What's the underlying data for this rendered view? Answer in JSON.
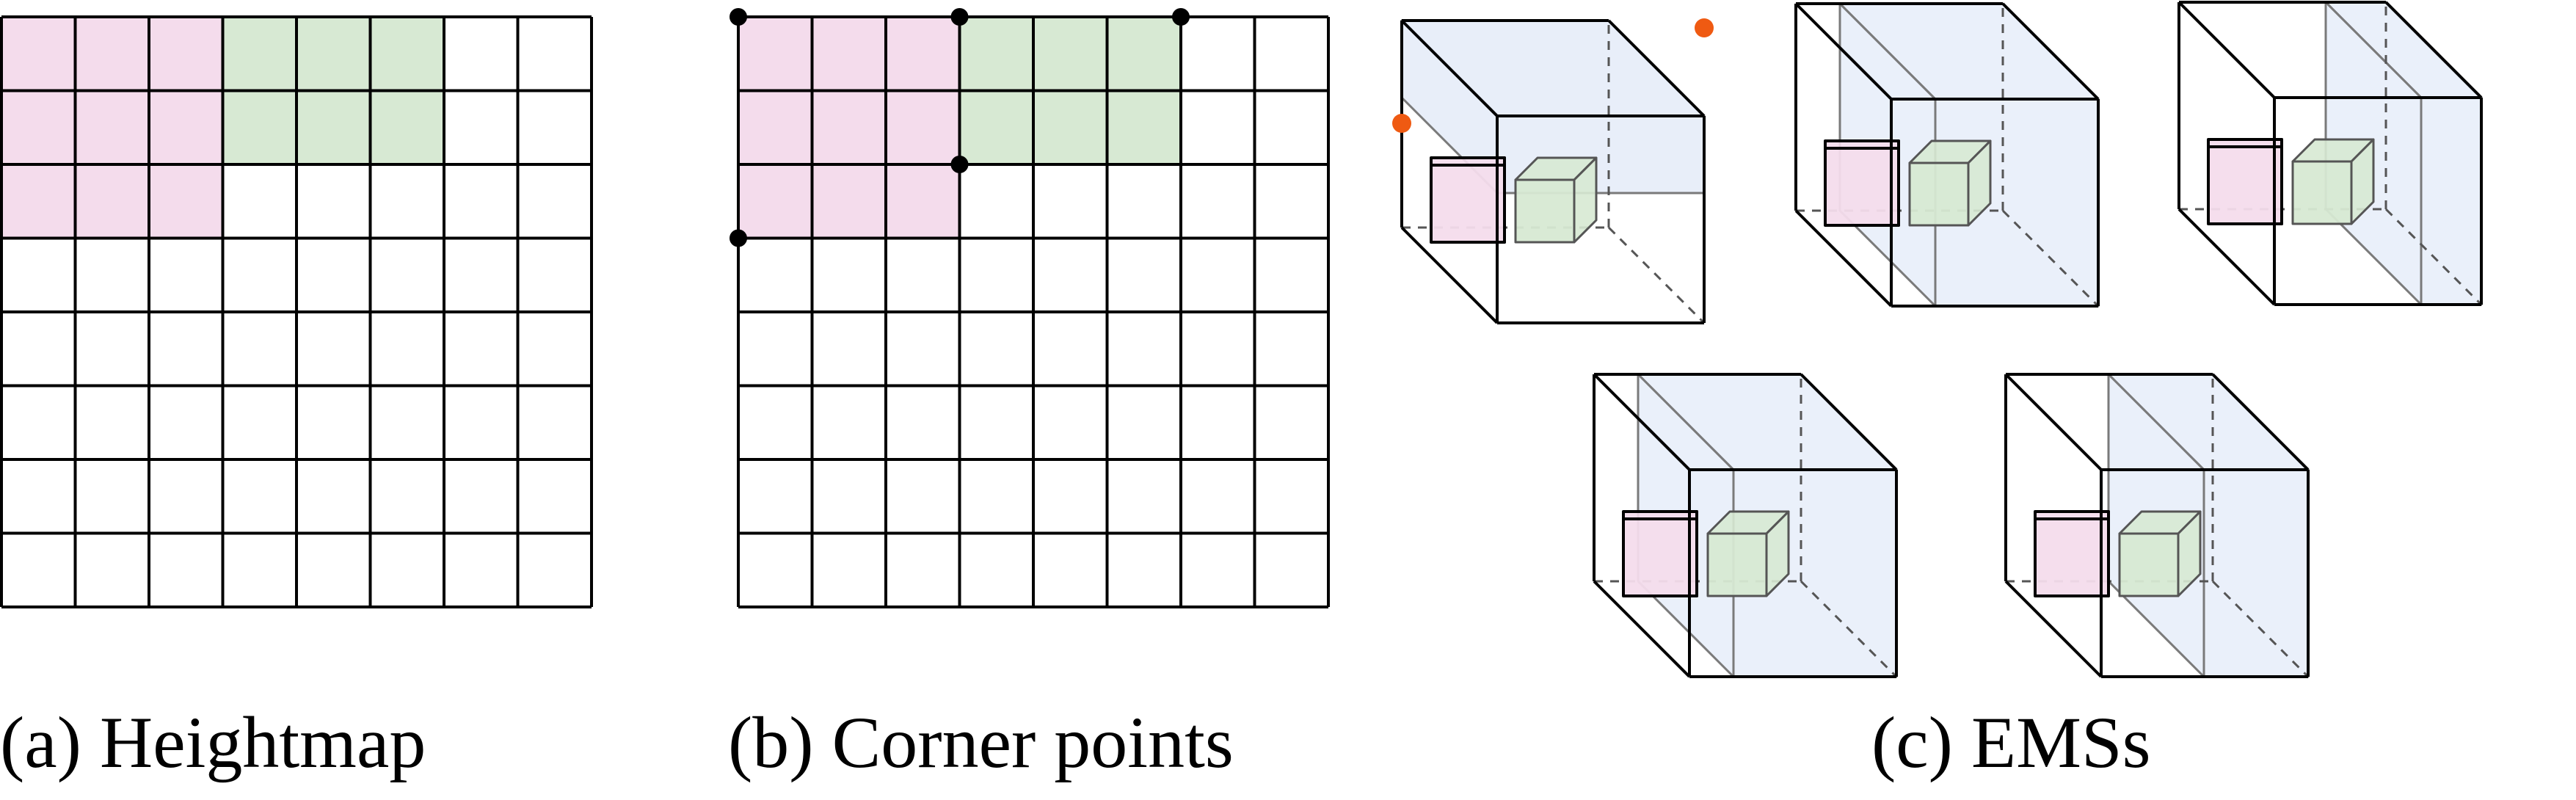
{
  "captions": {
    "a": "(a) Heightmap",
    "b": "(b) Corner points",
    "c": "(c) EMSs"
  },
  "grid": {
    "rows": 8,
    "cols": 8,
    "cells": [
      {
        "region": "pink",
        "row": 0,
        "col": 0
      },
      {
        "region": "pink",
        "row": 0,
        "col": 1
      },
      {
        "region": "pink",
        "row": 0,
        "col": 2
      },
      {
        "region": "pink",
        "row": 1,
        "col": 0
      },
      {
        "region": "pink",
        "row": 1,
        "col": 1
      },
      {
        "region": "pink",
        "row": 1,
        "col": 2
      },
      {
        "region": "pink",
        "row": 2,
        "col": 0
      },
      {
        "region": "pink",
        "row": 2,
        "col": 1
      },
      {
        "region": "pink",
        "row": 2,
        "col": 2
      },
      {
        "region": "green",
        "row": 0,
        "col": 3
      },
      {
        "region": "green",
        "row": 0,
        "col": 4
      },
      {
        "region": "green",
        "row": 0,
        "col": 5
      },
      {
        "region": "green",
        "row": 1,
        "col": 3
      },
      {
        "region": "green",
        "row": 1,
        "col": 4
      },
      {
        "region": "green",
        "row": 1,
        "col": 5
      }
    ],
    "corner_points": [
      {
        "row": 0,
        "col": 0
      },
      {
        "row": 0,
        "col": 3
      },
      {
        "row": 0,
        "col": 6
      },
      {
        "row": 2,
        "col": 3
      },
      {
        "row": 3,
        "col": 0
      }
    ]
  },
  "ems_variants": [
    "ems-1",
    "ems-2",
    "ems-3",
    "ems-4",
    "ems-5"
  ],
  "colors": {
    "pink": "#f4dcec",
    "green": "#d7e9d3",
    "ems_blue": "#cbd9f2",
    "corner_point": "#000000",
    "ems_corner": "#ef5a12",
    "line": "#000000",
    "ems_line": "#7a7a7a"
  }
}
